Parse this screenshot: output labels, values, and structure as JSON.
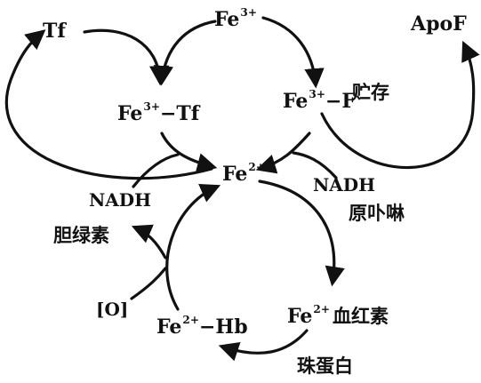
{
  "nodes": {
    "tf": "Tf",
    "fe3_top": {
      "base": "Fe",
      "charge": "3+"
    },
    "apof": "ApoF",
    "fe3_tf": {
      "base": "Fe",
      "charge": "3+",
      "tail": "−Tf"
    },
    "fe3_f": {
      "base": "Fe",
      "charge": "3+",
      "tail": "−F"
    },
    "storage": "贮存",
    "fe2_center": {
      "base": "Fe",
      "charge": "2+"
    },
    "nadh_left": "NADH",
    "nadh_right": "NADH",
    "protoporphyrin": "原卟啉",
    "biliverdin": "胆绿素",
    "oxygen": "[O]",
    "fe2_hb": {
      "base": "Fe",
      "charge": "2+",
      "tail": "−Hb"
    },
    "fe2_heme": {
      "base": "Fe",
      "charge": "2+"
    },
    "heme": "血红素",
    "globin": "珠蛋白"
  },
  "colors": {
    "ink": "#111111",
    "background": "#ffffff"
  }
}
